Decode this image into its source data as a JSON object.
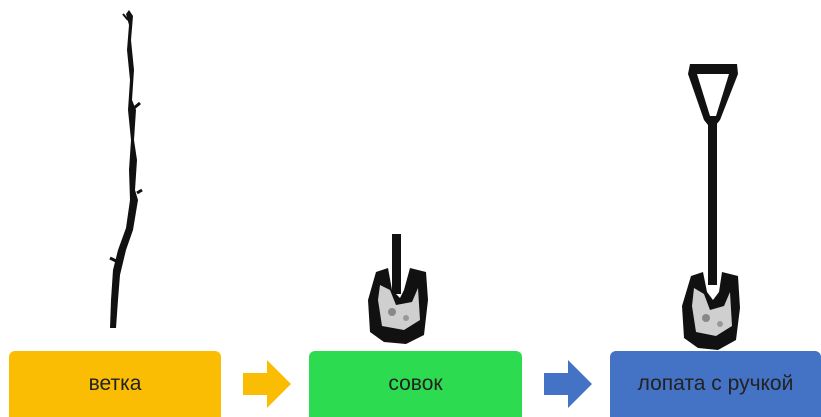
{
  "header": {
    "title_fragment": ""
  },
  "stages": [
    {
      "label": "ветка",
      "color": "#fbbd03",
      "icon": "branch-icon"
    },
    {
      "label": "совок",
      "color": "#2cdb4f",
      "icon": "small-shovel-icon"
    },
    {
      "label": "лопата с ручкой",
      "color": "#4472c4",
      "icon": "long-shovel-icon"
    }
  ],
  "arrows": [
    {
      "color": "#fbbd03",
      "icon": "right-arrow-icon"
    },
    {
      "color": "#4472c4",
      "icon": "right-arrow-icon"
    }
  ]
}
